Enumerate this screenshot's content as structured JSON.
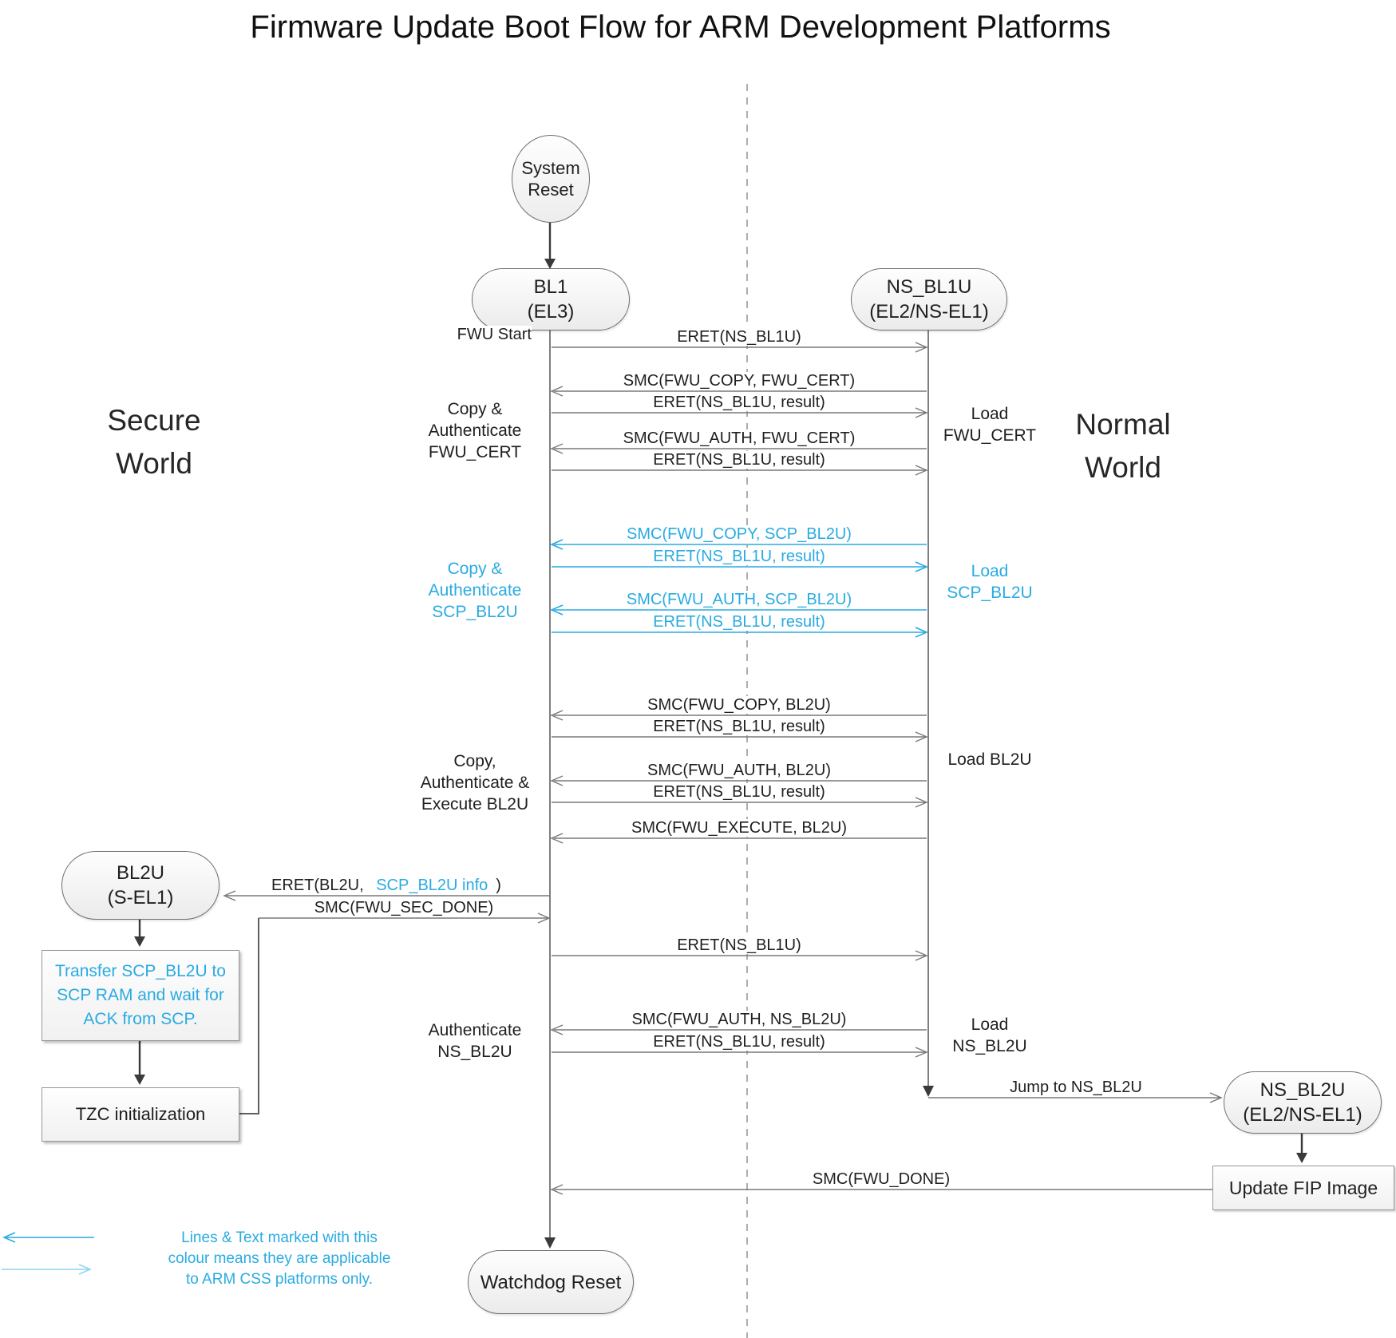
{
  "title": "Firmware Update Boot Flow for ARM Development Platforms",
  "world_labels": {
    "secure_line1": "Secure",
    "secure_line2": "World",
    "normal_line1": "Normal",
    "normal_line2": "World"
  },
  "nodes": {
    "system_reset": {
      "line1": "System",
      "line2": "Reset"
    },
    "bl1": {
      "line1": "BL1",
      "line2": "(EL3)"
    },
    "ns_bl1u": {
      "line1": "NS_BL1U",
      "line2": "(EL2/NS-EL1)"
    },
    "bl2u": {
      "line1": "BL2U",
      "line2": "(S-EL1)"
    },
    "ns_bl2u": {
      "line1": "NS_BL2U",
      "line2": "(EL2/NS-EL1)"
    },
    "watchdog_reset": {
      "label": "Watchdog Reset"
    },
    "transfer_scp": {
      "line1": "Transfer SCP_BL2U to",
      "line2": "SCP RAM and wait for",
      "line3": "ACK from SCP."
    },
    "tzc_init": {
      "label": "TZC initialization"
    },
    "update_fip": {
      "label": "Update FIP Image"
    }
  },
  "messages": {
    "fwu_start": "FWU Start",
    "eret_ns_bl1u_1": "ERET(NS_BL1U)",
    "smc_copy_fwu_cert": "SMC(FWU_COPY, FWU_CERT)",
    "eret_result_1": "ERET(NS_BL1U, result)",
    "smc_auth_fwu_cert": "SMC(FWU_AUTH, FWU_CERT)",
    "eret_result_2": "ERET(NS_BL1U, result)",
    "smc_copy_scp_bl2u": "SMC(FWU_COPY, SCP_BL2U)",
    "eret_result_3": "ERET(NS_BL1U, result)",
    "smc_auth_scp_bl2u": "SMC(FWU_AUTH, SCP_BL2U)",
    "eret_result_4": "ERET(NS_BL1U, result)",
    "smc_copy_bl2u": "SMC(FWU_COPY, BL2U)",
    "eret_result_5": "ERET(NS_BL1U, result)",
    "smc_auth_bl2u": "SMC(FWU_AUTH, BL2U)",
    "eret_result_6": "ERET(NS_BL1U, result)",
    "smc_execute_bl2u": "SMC(FWU_EXECUTE, BL2U)",
    "eret_bl2u": {
      "prefix": "ERET(BL2U, ",
      "highlight": "SCP_BL2U info",
      "suffix": ")"
    },
    "smc_sec_done": "SMC(FWU_SEC_DONE)",
    "eret_ns_bl1u_2": "ERET(NS_BL1U)",
    "smc_auth_ns_bl2u": "SMC(FWU_AUTH, NS_BL2U)",
    "eret_result_7": "ERET(NS_BL1U, result)",
    "jump_ns_bl2u": "Jump to NS_BL2U",
    "smc_fwu_done": "SMC(FWU_DONE)"
  },
  "side_labels": {
    "copy_auth_fwu_cert": [
      "Copy &",
      "Authenticate",
      "FWU_CERT"
    ],
    "load_fwu_cert": [
      "Load",
      "FWU_CERT"
    ],
    "copy_auth_scp_bl2u": [
      "Copy &",
      "Authenticate",
      "SCP_BL2U"
    ],
    "load_scp_bl2u": [
      "Load",
      "SCP_BL2U"
    ],
    "copy_auth_exec_bl2u": [
      "Copy,",
      "Authenticate &",
      "Execute BL2U"
    ],
    "load_bl2u": "Load BL2U",
    "authenticate_ns_bl2u": [
      "Authenticate",
      "NS_BL2U"
    ],
    "load_ns_bl2u": [
      "Load",
      "NS_BL2U"
    ]
  },
  "legend": {
    "line1": "Lines & Text marked with this",
    "line2": "colour means they are applicable",
    "line3": "to ARM CSS platforms only."
  },
  "colors": {
    "accent_blue": "#29abe2",
    "line_gray": "#787878",
    "text": "#1f1f1f"
  }
}
